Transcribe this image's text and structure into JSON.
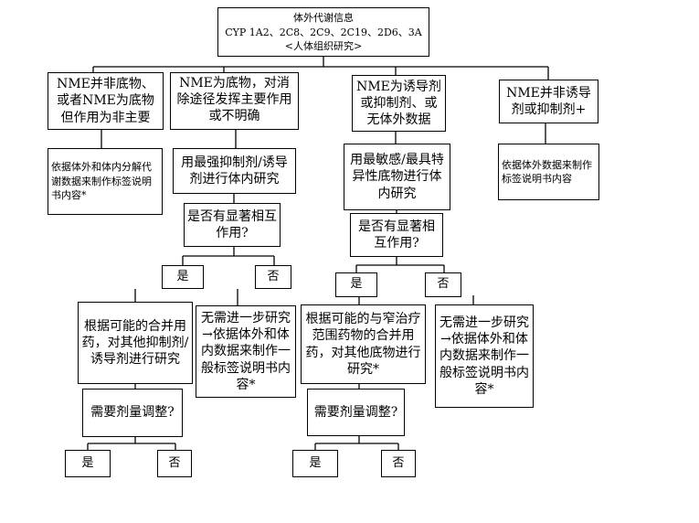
{
  "root": {
    "line1": "体外代谢信息",
    "line2": "CYP 1A2、2C8、2C9、2C19、2D6、3A",
    "line3": "<人体组织研究>"
  },
  "branch1": {
    "condition": "NME并非底物、或者NME为底物但作用为非主要",
    "action": "依据体外和体内分解代谢数据来制作标签说明书内容*"
  },
  "branch2": {
    "condition": "NME为底物，对消除途径发挥主要作用或不明确",
    "action": "用最强抑制剂/诱导剂进行体内研究",
    "question": "是否有显著相互作用?",
    "yes": "是",
    "no": "否",
    "yes_action": "根据可能的合并用药，对其他抑制剂/诱导剂进行研究",
    "no_action": "无需进一步研究→依据体外和体内数据来制作一般标签说明书内容*",
    "dose_question": "需要剂量调整?",
    "dose_yes": "是",
    "dose_no": "否"
  },
  "branch3": {
    "condition": "NME为诱导剂或抑制剂、或无体外数据",
    "action": "用最敏感/最具特异性底物进行体内研究",
    "question": "是否有显著相互作用?",
    "yes": "是",
    "no": "否",
    "yes_action": "根据可能的与窄治疗范围药物的合并用药，对其他底物进行研究*",
    "no_action": "无需进一步研究→依据体外和体内数据来制作一般标签说明书内容*",
    "dose_question": "需要剂量调整?",
    "dose_yes": "是",
    "dose_no": "否"
  },
  "branch4": {
    "condition": "NME并非诱导剂或抑制剂+",
    "action": "依据体外数据来制作标签说明书内容"
  }
}
